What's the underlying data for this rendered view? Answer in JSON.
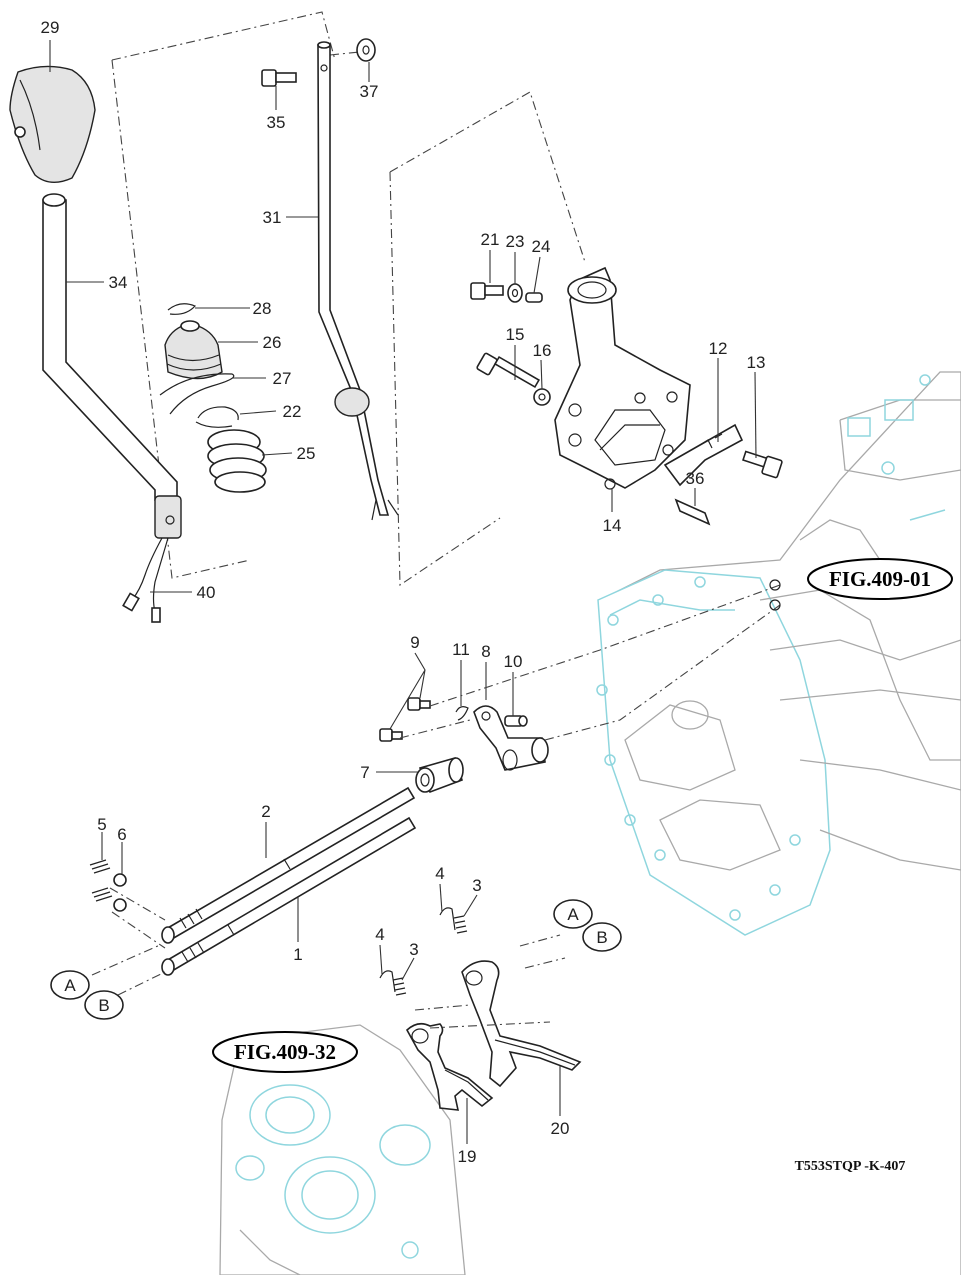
{
  "callouts": {
    "c29": "29",
    "c35": "35",
    "c37": "37",
    "c31": "31",
    "c34": "34",
    "c28": "28",
    "c26": "26",
    "c27": "27",
    "c22": "22",
    "c25": "25",
    "c40": "40",
    "c21": "21",
    "c23": "23",
    "c24": "24",
    "c15": "15",
    "c16": "16",
    "c12": "12",
    "c13": "13",
    "c36": "36",
    "c14": "14",
    "c9": "9",
    "c11": "11",
    "c8": "8",
    "c10": "10",
    "c7": "7",
    "c2": "2",
    "c5": "5",
    "c6": "6",
    "c1": "1",
    "c4a": "4",
    "c3a": "3",
    "c4b": "4",
    "c3b": "3",
    "c19": "19",
    "c20": "20"
  },
  "connectors": {
    "a1": "A",
    "b1": "B",
    "a2": "A",
    "b2": "B"
  },
  "references": {
    "fig_409_01": "FIG.409-01",
    "fig_409_32": "FIG.409-32"
  },
  "drawing_code": "T553STQP -K-407"
}
